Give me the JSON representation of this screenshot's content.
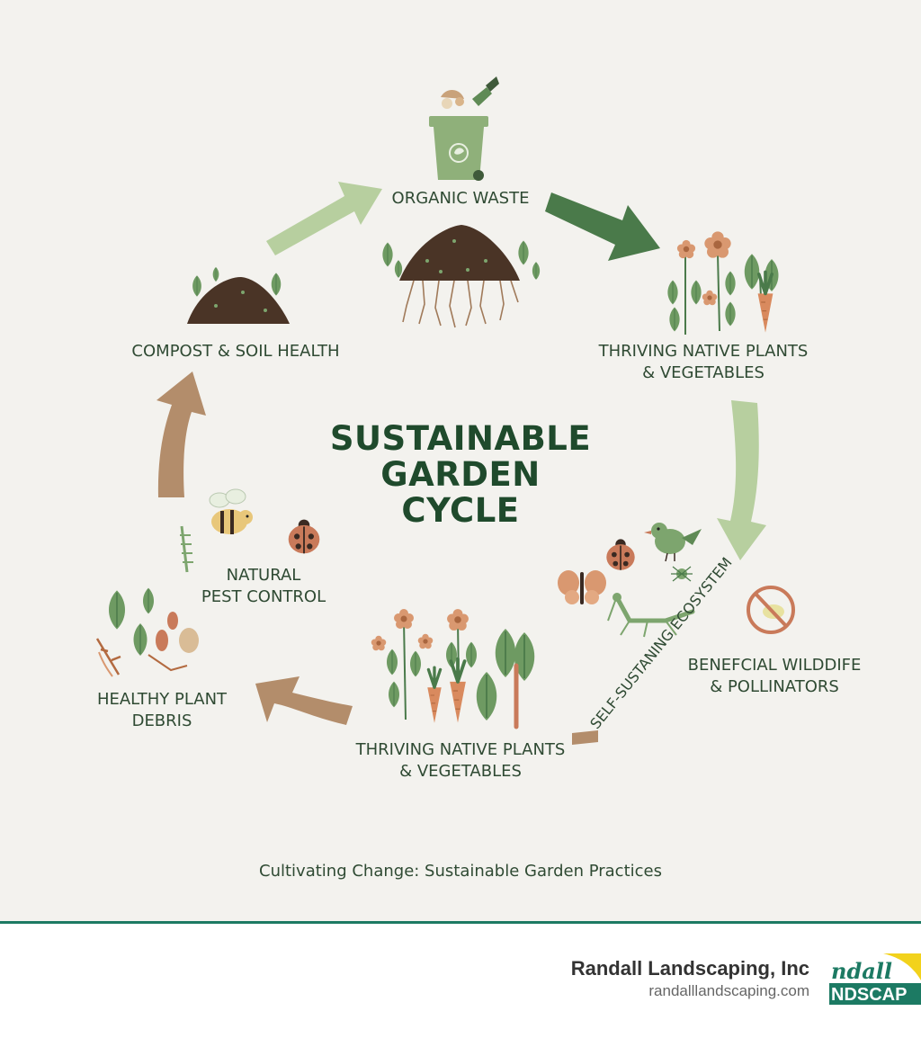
{
  "title_lines": [
    "SUSTAINABLE",
    "GARDEN",
    "CYCLE"
  ],
  "stages": {
    "organic_waste": "ORGANIC WASTE",
    "thriving_top": [
      "THRIVING NATIVE PLANTS",
      "& VEGETABLES"
    ],
    "wildlife": [
      "BENEFCIAL WILDDIFE",
      "& POLLINATORS"
    ],
    "ecosystem": "SELF-SUSTANING ECOSYSTEM",
    "thriving_bottom": [
      "THRIVING NATIVE PLANTS",
      "& VEGETABLES"
    ],
    "plant_debris": [
      "HEALTHY PLANT",
      "DEBRIS"
    ],
    "pest_control": [
      "NATURAL",
      "PEST CONTROL"
    ],
    "compost": "COMPOST & SOIL HEALTH"
  },
  "caption": "Cultivating Change: Sustainable Garden Practices",
  "footer": {
    "company": "Randall Landscaping, Inc",
    "url": "randalllandscaping.com",
    "logo_text_top": "ndall",
    "logo_text_bottom": "NDSCAP"
  },
  "colors": {
    "dark_green": "#4a7a4a",
    "light_green": "#b7cf9f",
    "tan_brown": "#b38d6b",
    "title_green": "#1f4a2c",
    "footer_rule": "#1c7a63",
    "soil": "#4a3426"
  },
  "icons": [
    "compost-bin-icon",
    "trowel-icon",
    "soil-mound-icon",
    "flower-icon",
    "carrot-icon",
    "leaf-icon",
    "ladybug-icon",
    "bird-icon",
    "butterfly-icon",
    "spider-icon",
    "mantis-icon",
    "no-bug-icon",
    "bee-icon",
    "beetle-icon"
  ]
}
